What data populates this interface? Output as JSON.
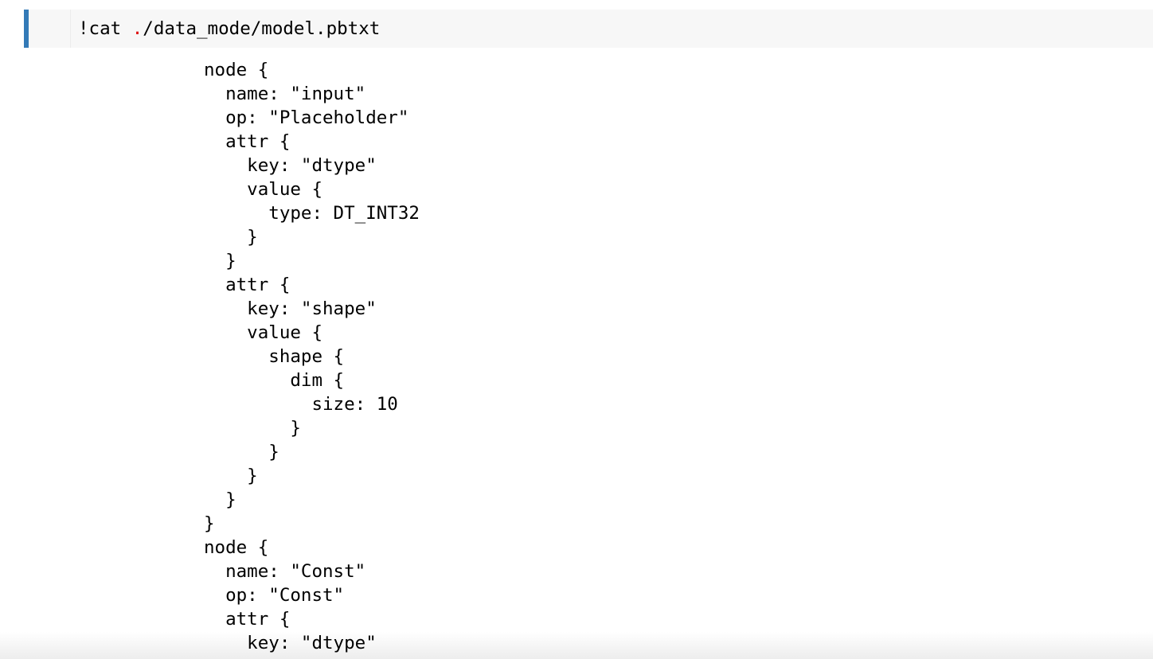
{
  "input_cell": {
    "command_prefix": "!cat ",
    "command_dot": ".",
    "command_rest": "/data_mode/model.pbtxt",
    "accent_color": "#337ab7"
  },
  "output_lines": [
    "node {",
    "  name: \"input\"",
    "  op: \"Placeholder\"",
    "  attr {",
    "    key: \"dtype\"",
    "    value {",
    "      type: DT_INT32",
    "    }",
    "  }",
    "  attr {",
    "    key: \"shape\"",
    "    value {",
    "      shape {",
    "        dim {",
    "          size: 10",
    "        }",
    "      }",
    "    }",
    "  }",
    "}",
    "node {",
    "  name: \"Const\"",
    "  op: \"Const\"",
    "  attr {",
    "    key: \"dtype\""
  ]
}
